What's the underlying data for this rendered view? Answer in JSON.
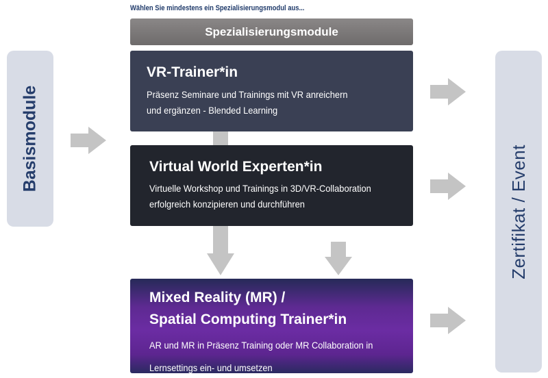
{
  "hint_text": "Wählen Sie mindestens ein Spezialisierungsmodul aus...",
  "header": {
    "label": "Spezialisierungsmodule"
  },
  "left_box": {
    "label": "Basismodule"
  },
  "right_box": {
    "label": "Zertifikat / Event"
  },
  "modules": [
    {
      "title": "VR-Trainer*in",
      "desc_line1": "Präsenz Seminare und Trainings mit VR anreichern",
      "desc_line2": "und ergänzen - Blended Learning"
    },
    {
      "title": "Virtual World Experten*in",
      "desc_line1": "Virtuelle Workshop und Trainings in 3D/VR-Collaboration",
      "desc_line2": "erfolgreich konzipieren und durchführen"
    },
    {
      "title_line1": "Mixed Reality (MR) /",
      "title_line2": "Spatial Computing Trainer*in",
      "desc_line1": "AR und MR in Präsenz Training oder MR Collaboration in",
      "desc_line2": "Lernsettings ein- und umsetzen"
    }
  ],
  "colors": {
    "side_box": "#d8dce6",
    "side_text": "#253d6b",
    "header_bar": "#7a7777",
    "module_vr": "#3a4054",
    "module_vw": "#22252d",
    "module_mr": "#6b2ca3",
    "arrow": "#c4c4c4"
  }
}
